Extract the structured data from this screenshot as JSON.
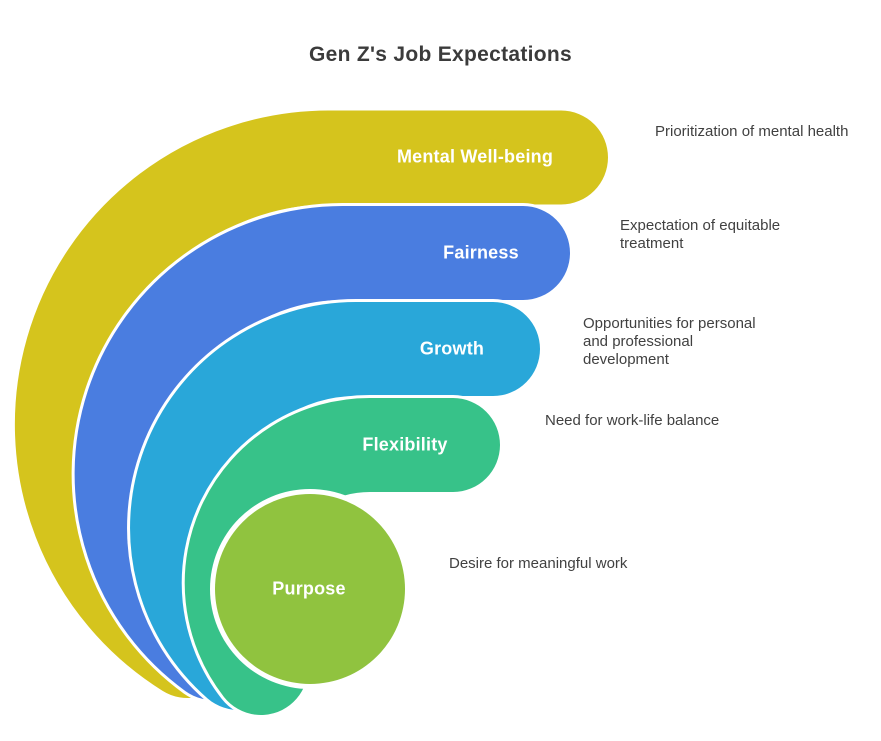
{
  "title": "Gen Z's Job Expectations",
  "colors": {
    "background": "#ffffff",
    "title_text": "#3b3b3b",
    "annotation_text": "#414141",
    "label_text": "#ffffff"
  },
  "layers": [
    {
      "label": "Mental Well-being",
      "annotation": "Prioritization of mental health",
      "color": "#d5c41d"
    },
    {
      "label": "Fairness",
      "annotation": "Expectation of equitable treatment",
      "color": "#4a7de0"
    },
    {
      "label": "Growth",
      "annotation": "Opportunities for personal and professional development",
      "color": "#29a7d9"
    },
    {
      "label": "Flexibility",
      "annotation": "Need for work-life balance",
      "color": "#37c289"
    },
    {
      "label": "Purpose",
      "annotation": "Desire for meaningful work",
      "color": "#90c33f"
    }
  ]
}
